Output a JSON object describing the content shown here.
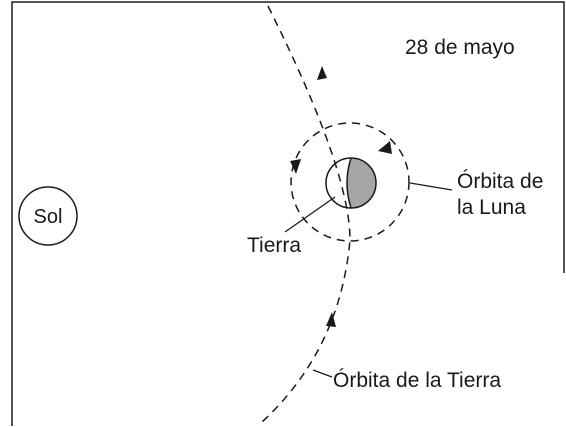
{
  "date_label": "28 de mayo",
  "sun_label": "Sol",
  "earth_label": "Tierra",
  "moon_orbit_label_line1": "Órbita de",
  "moon_orbit_label_line2": "la Luna",
  "earth_orbit_label": "Órbita de la Tierra",
  "colors": {
    "line": "#1a1a1a",
    "shading": "#a6a6a6",
    "background": "#ffffff"
  }
}
